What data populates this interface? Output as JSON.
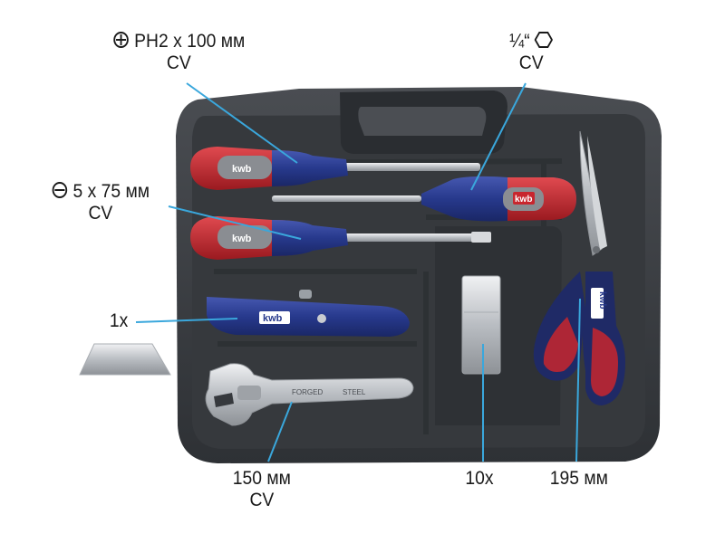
{
  "labels": {
    "phillips": {
      "size": "PH2 x 100 мм",
      "material": "CV"
    },
    "hex": {
      "size": "¼“",
      "material": "CV"
    },
    "slotted": {
      "size": "5 x 75 мм",
      "material": "CV"
    },
    "knife": {
      "count": "1x"
    },
    "wrench": {
      "size": "150 мм",
      "material": "CV"
    },
    "blades": {
      "count": "10x"
    },
    "scissors": {
      "size": "195 мм"
    }
  },
  "brand": {
    "logo": "kwb"
  },
  "wrench_text": {
    "left": "FORGED",
    "right": "STEEL"
  },
  "colors": {
    "case": "#3b3e42",
    "case_inner": "#2c2f33",
    "handle_blue": "#27398c",
    "handle_red": "#c8262e",
    "handle_grey": "#8a8d92",
    "leader": "#3aa7dc",
    "steel": "#c9ccd0"
  }
}
